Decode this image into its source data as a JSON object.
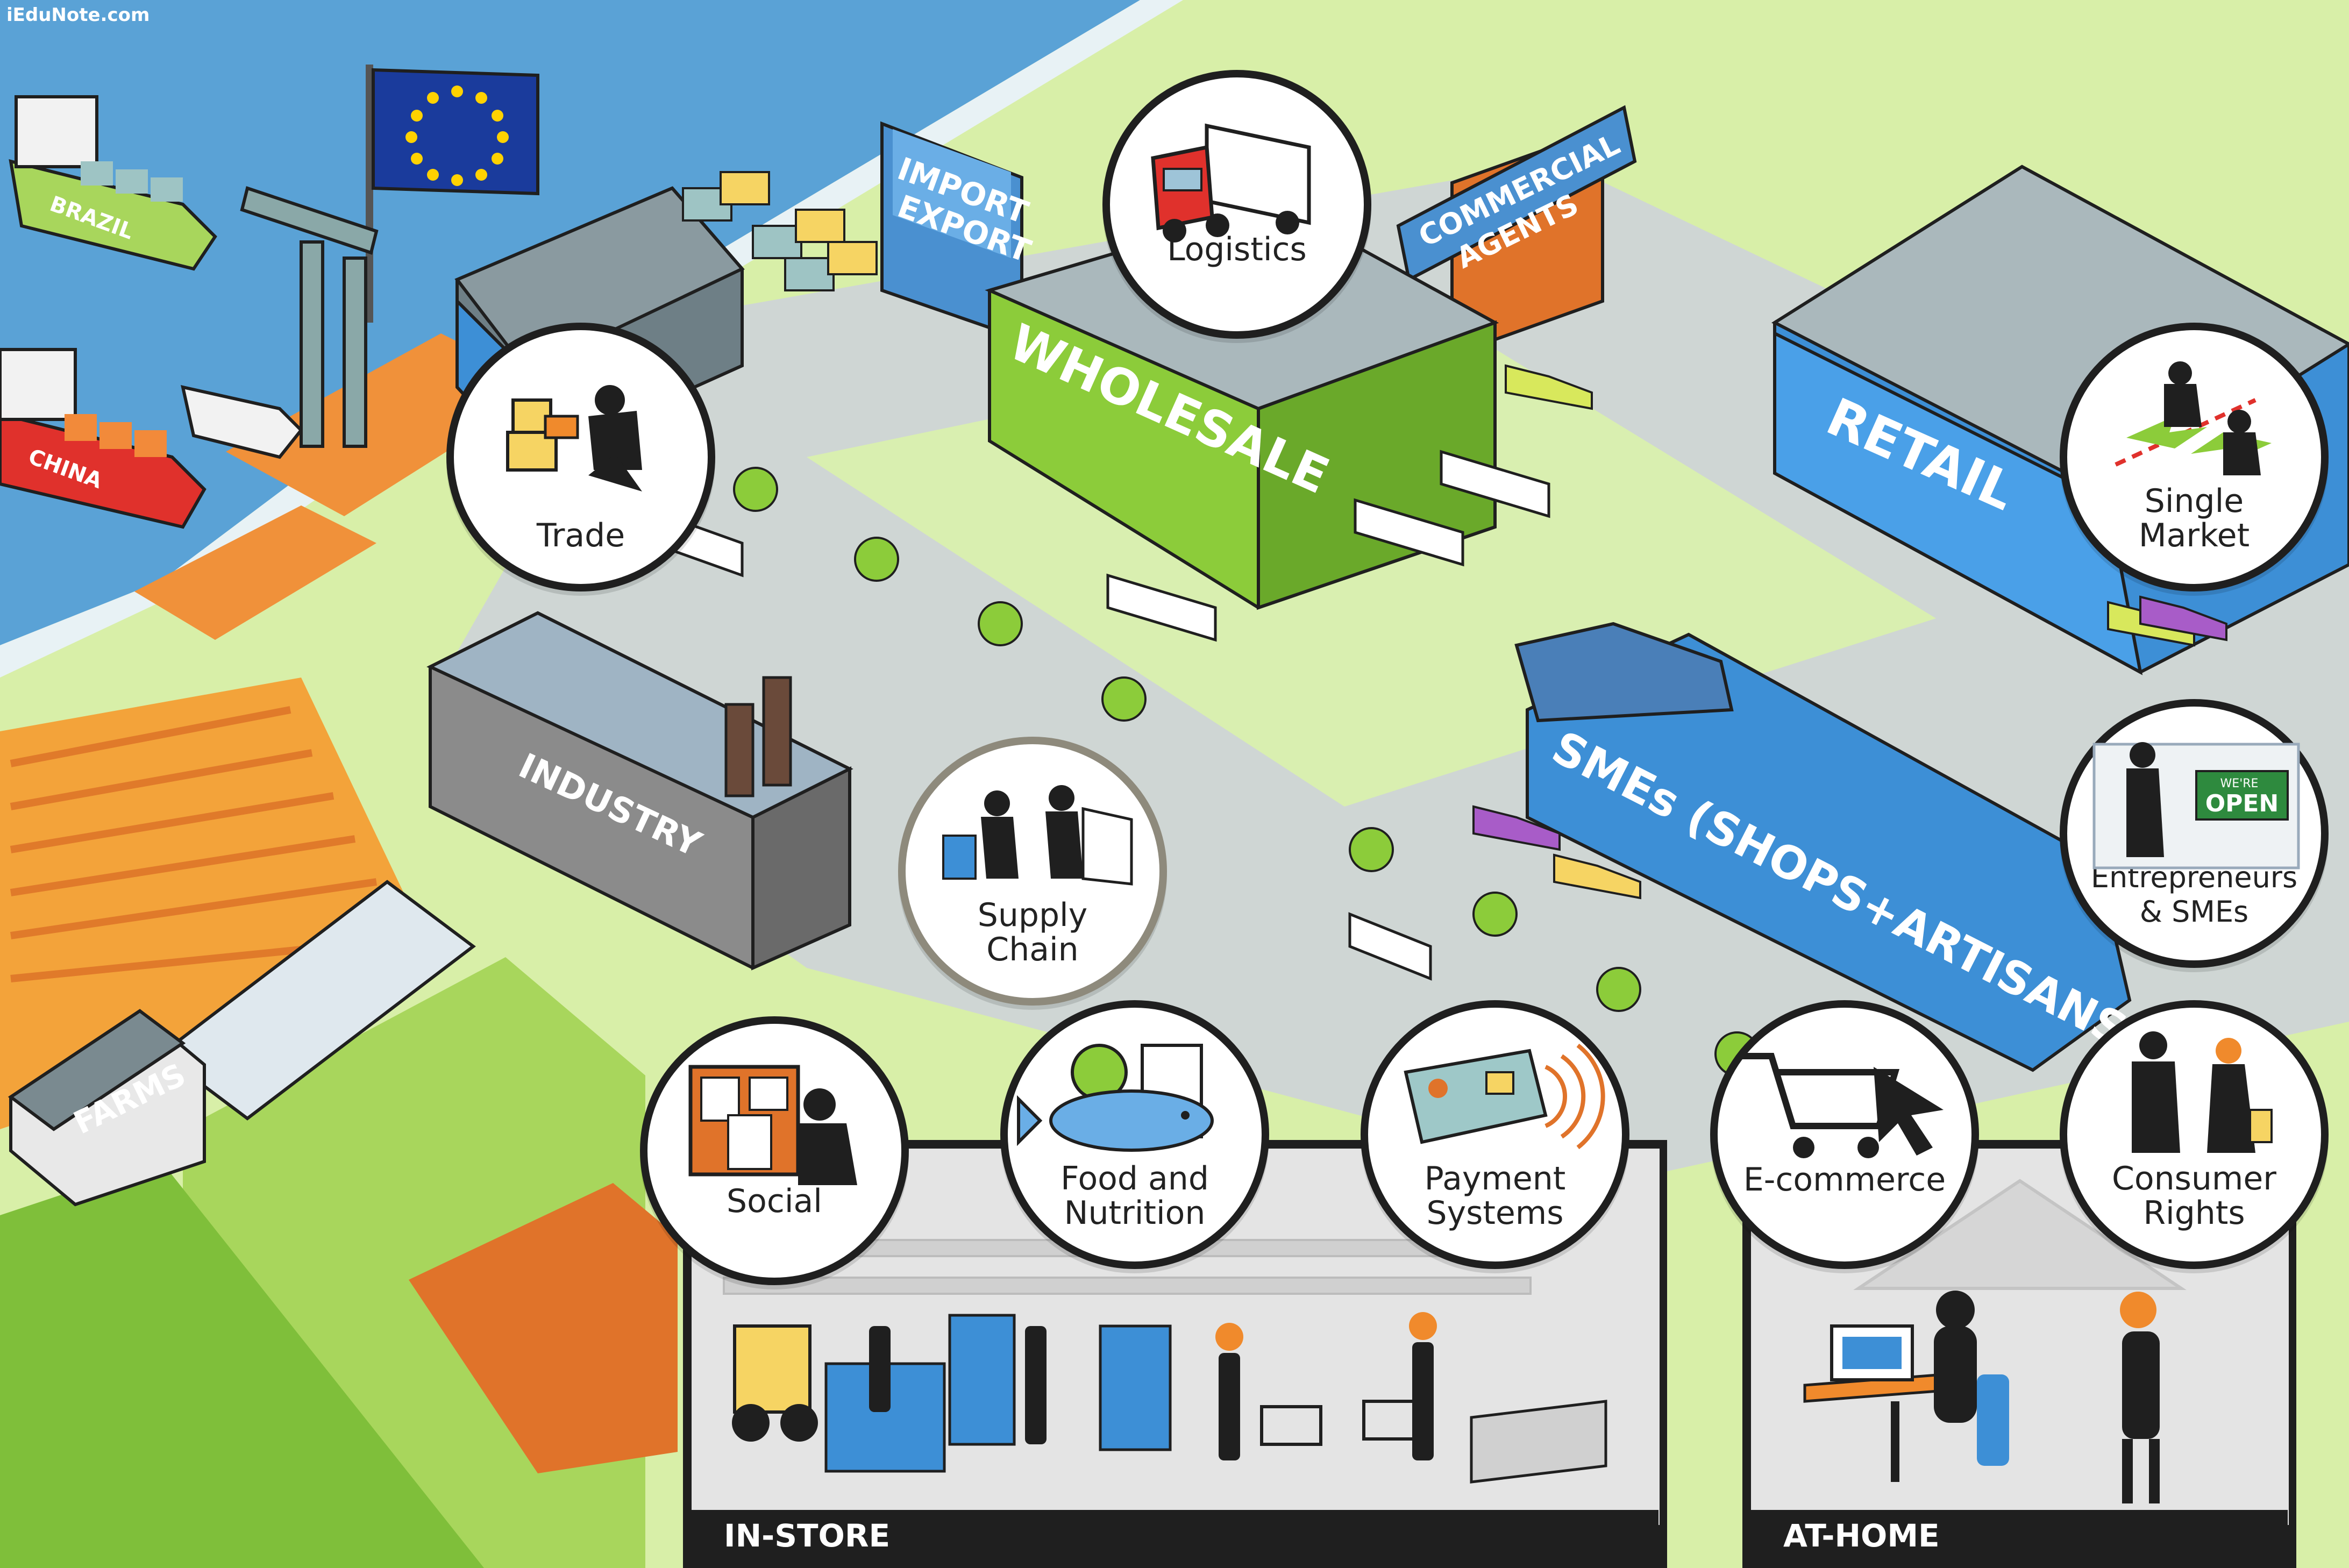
{
  "watermark": "iEduNote.com",
  "buildings": {
    "wholesale": "WHOLESALE",
    "retail": "RETAIL",
    "industry": "INDUSTRY",
    "farms": "FARMS",
    "import_export": [
      "IMPORT",
      "EXPORT"
    ],
    "commercial_agents": [
      "COMMERCIAL",
      "AGENTS"
    ],
    "smes": "SMEs (SHOPS+ARTISANS)"
  },
  "ships": {
    "brazil": "BRAZIL",
    "china": "CHINA"
  },
  "open_sign": {
    "small": "WE'RE",
    "big": "OPEN"
  },
  "topics": [
    {
      "id": "trade",
      "label": "Trade"
    },
    {
      "id": "logistics",
      "label": "Logistics"
    },
    {
      "id": "single-market",
      "label": "Single\nMarket"
    },
    {
      "id": "supply-chain",
      "label": "Supply\nChain"
    },
    {
      "id": "entrepreneurs",
      "label": "Entrepreneurs\n& SMEs"
    },
    {
      "id": "social",
      "label": "Social"
    },
    {
      "id": "food",
      "label": "Food and\nNutrition"
    },
    {
      "id": "payment",
      "label": "Payment\nSystems"
    },
    {
      "id": "ecommerce",
      "label": "E-commerce"
    },
    {
      "id": "consumer",
      "label": "Consumer\nRights"
    }
  ],
  "panels": {
    "in_store": "IN-STORE",
    "at_home": "AT-HOME"
  },
  "colors": {
    "sea": "#5aa2d6",
    "grass": "#d8efa8",
    "road": "#cfd6d4",
    "wholesale_green": "#8ccc3a",
    "retail_blue": "#3d8fd6",
    "orange": "#f08a2c",
    "dark": "#1f1f1f"
  }
}
